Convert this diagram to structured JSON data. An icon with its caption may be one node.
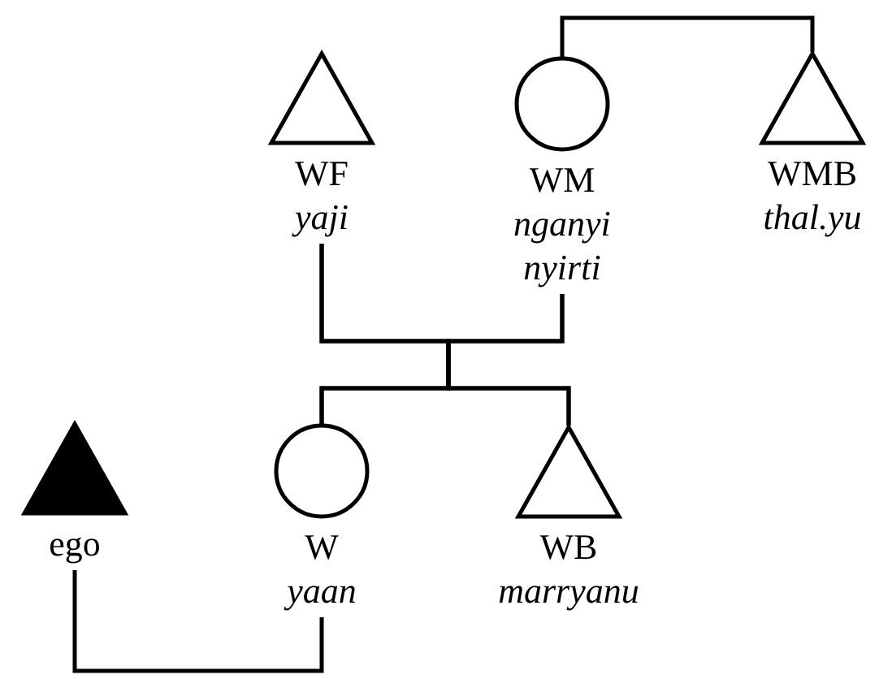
{
  "diagram": {
    "nodes": [
      {
        "text": [
          "WF",
          "yaji"
        ]
      },
      {
        "text": [
          "WM",
          "nganyi nyirti"
        ]
      },
      {
        "text": [
          "WMB",
          "thal.yu"
        ]
      },
      {
        "text": [
          "ego"
        ]
      },
      {
        "text": [
          "W",
          "yaan"
        ]
      },
      {
        "text": [
          "WB",
          "marryanu"
        ]
      }
    ],
    "edges": [
      {
        "from": 1,
        "to": 2,
        "arrow": "none"
      },
      {
        "from": 0,
        "to": 4,
        "arrow": "none"
      },
      {
        "from": 0,
        "to": 5,
        "arrow": "none"
      },
      {
        "from": 1,
        "to": 4,
        "arrow": "none"
      },
      {
        "from": 1,
        "to": 5,
        "arrow": "none"
      },
      {
        "from": 3,
        "to": 4,
        "arrow": "none"
      }
    ]
  }
}
